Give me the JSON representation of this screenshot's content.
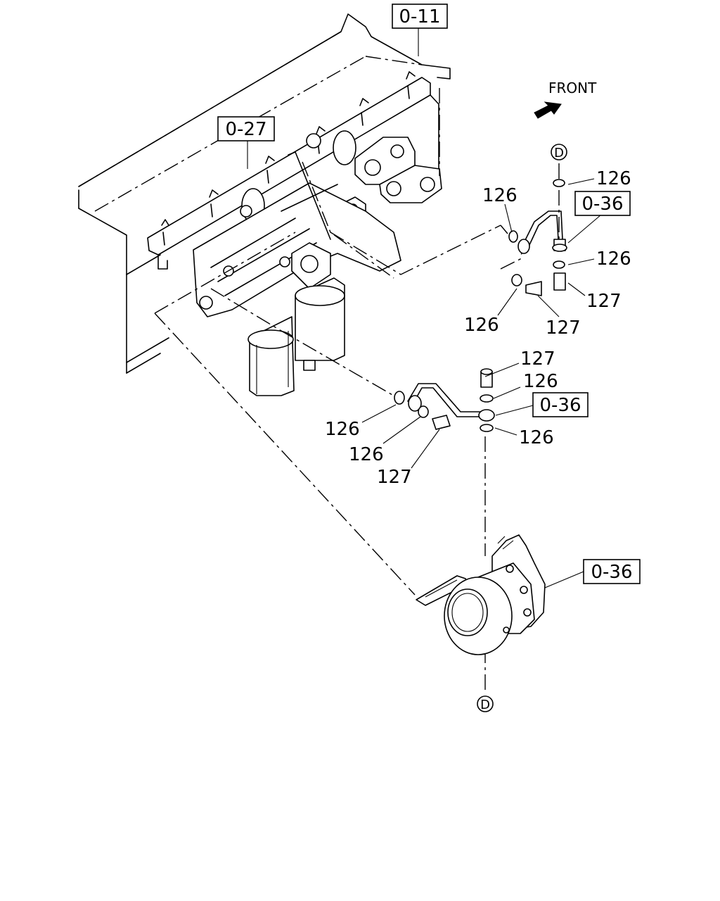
{
  "ref_boxes": [
    {
      "id": "r1",
      "text": "0-11"
    },
    {
      "id": "r2",
      "text": "0-27"
    },
    {
      "id": "r3",
      "text": "0-36"
    },
    {
      "id": "r4",
      "text": "0-36"
    },
    {
      "id": "r5",
      "text": "0-36"
    }
  ],
  "part_labels": [
    {
      "id": "p1",
      "text": "126"
    },
    {
      "id": "p2",
      "text": "126"
    },
    {
      "id": "p3",
      "text": "126"
    },
    {
      "id": "p4",
      "text": "126"
    },
    {
      "id": "p5",
      "text": "127"
    },
    {
      "id": "p6",
      "text": "127"
    },
    {
      "id": "p7",
      "text": "127"
    },
    {
      "id": "p8",
      "text": "126"
    },
    {
      "id": "p9",
      "text": "126"
    },
    {
      "id": "p10",
      "text": "126"
    },
    {
      "id": "p11",
      "text": "126"
    },
    {
      "id": "p12",
      "text": "127"
    }
  ],
  "direction": {
    "text": "FRONT"
  },
  "connector": {
    "text": "D"
  }
}
